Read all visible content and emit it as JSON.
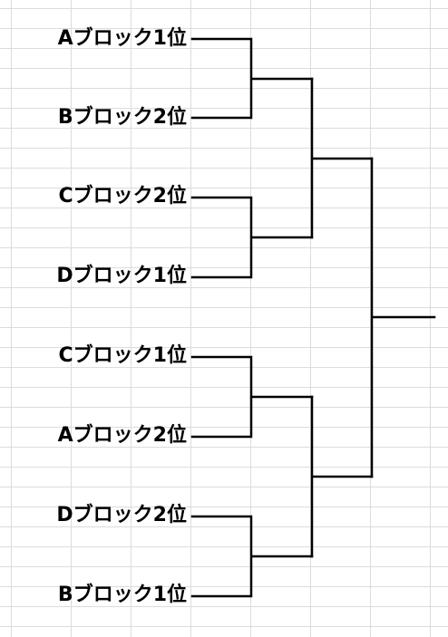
{
  "bracket": {
    "seeds": [
      "Aブロック1位",
      "Bブロック2位",
      "Cブロック2位",
      "Dブロック1位",
      "Cブロック1位",
      "Aブロック2位",
      "Dブロック2位",
      "Bブロック1位"
    ]
  }
}
